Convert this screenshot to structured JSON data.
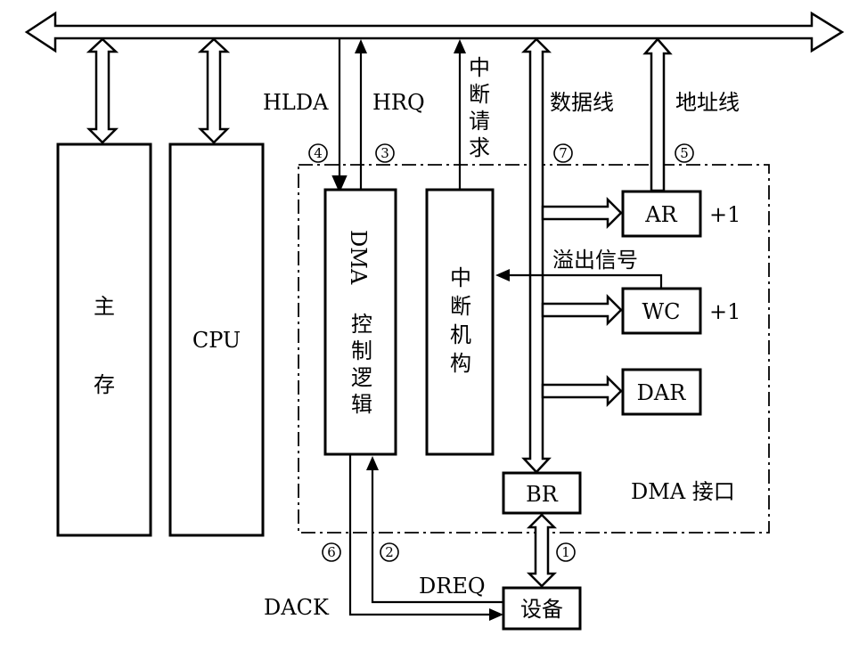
{
  "bus": {
    "hlda": "HLDA",
    "hrq": "HRQ",
    "interrupt_request": [
      "中",
      "断",
      "请",
      "求"
    ],
    "data_line": "数据线",
    "address_line": "地址线",
    "step4": "4",
    "step3": "3",
    "step7": "7",
    "step5": "5"
  },
  "memory": {
    "line1": "主",
    "line2": "存"
  },
  "cpu": {
    "label": "CPU"
  },
  "dma_logic": {
    "en": "DMA",
    "zh": [
      "控",
      "制",
      "逻",
      "辑"
    ]
  },
  "interrupt_unit": {
    "zh": [
      "中",
      "断",
      "机",
      "构"
    ]
  },
  "registers": {
    "ar": "AR",
    "ar_inc": "+1",
    "overflow": "溢出信号",
    "wc": "WC",
    "wc_inc": "+1",
    "dar": "DAR",
    "br": "BR"
  },
  "interface": {
    "label": "DMA 接口"
  },
  "device": {
    "label": "设备",
    "dreq": "DREQ",
    "dack": "DACK",
    "step6": "6",
    "step2": "2",
    "step1": "1"
  }
}
